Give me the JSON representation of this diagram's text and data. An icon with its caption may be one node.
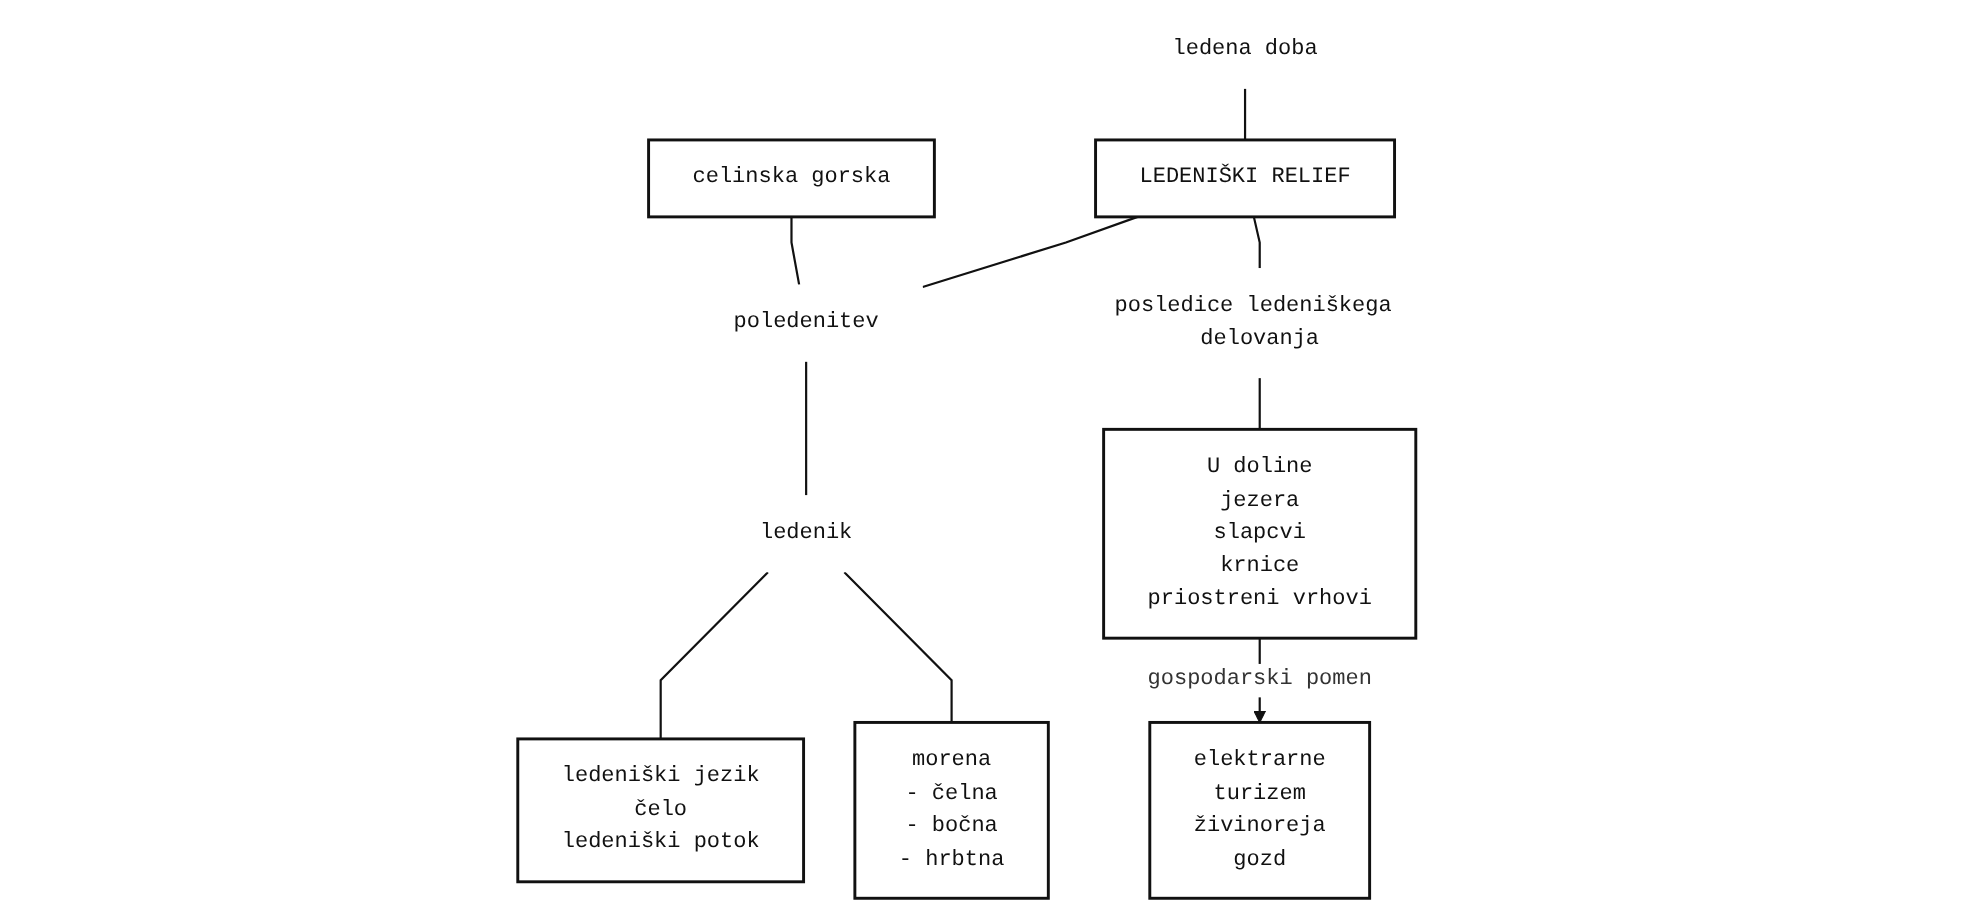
{
  "diagram": {
    "nodes": [
      {
        "text": [
          "ledena doba"
        ]
      },
      {
        "text": [
          "LEDENIŠKI RELIEF"
        ]
      },
      {
        "text": [
          "celinska gorska"
        ]
      },
      {
        "text": [
          "poledenitev"
        ]
      },
      {
        "text": [
          "ledenik"
        ]
      },
      {
        "text": [
          "ledeniški jezik",
          "čelo",
          "ledeniški potok"
        ]
      },
      {
        "text": [
          "morena",
          "- čelna",
          "- bočna",
          "- hrbtna"
        ]
      },
      {
        "text": [
          "posledice ledeniškega delovanja"
        ]
      },
      {
        "text": [
          "U doline",
          "jezera",
          "slapcvi",
          "krnice",
          "priostreni vrhovi"
        ]
      },
      {
        "text": [
          "elektrarne",
          "turizem",
          "živinoreja",
          "gozd"
        ]
      }
    ],
    "edges": [
      {
        "from": 0,
        "to": 1,
        "arrow": "none"
      },
      {
        "from": 1,
        "to": 3,
        "arrow": "none"
      },
      {
        "from": 2,
        "to": 3,
        "arrow": "none"
      },
      {
        "from": 3,
        "to": 4,
        "arrow": "none"
      },
      {
        "from": 4,
        "to": 5,
        "arrow": "none"
      },
      {
        "from": 4,
        "to": 6,
        "arrow": "none"
      },
      {
        "from": 1,
        "to": 7,
        "arrow": "none"
      },
      {
        "from": 7,
        "to": 8,
        "arrow": "none"
      },
      {
        "from": 8,
        "to": 9,
        "label": "gospodarski pomen",
        "arrow": "to"
      }
    ]
  }
}
